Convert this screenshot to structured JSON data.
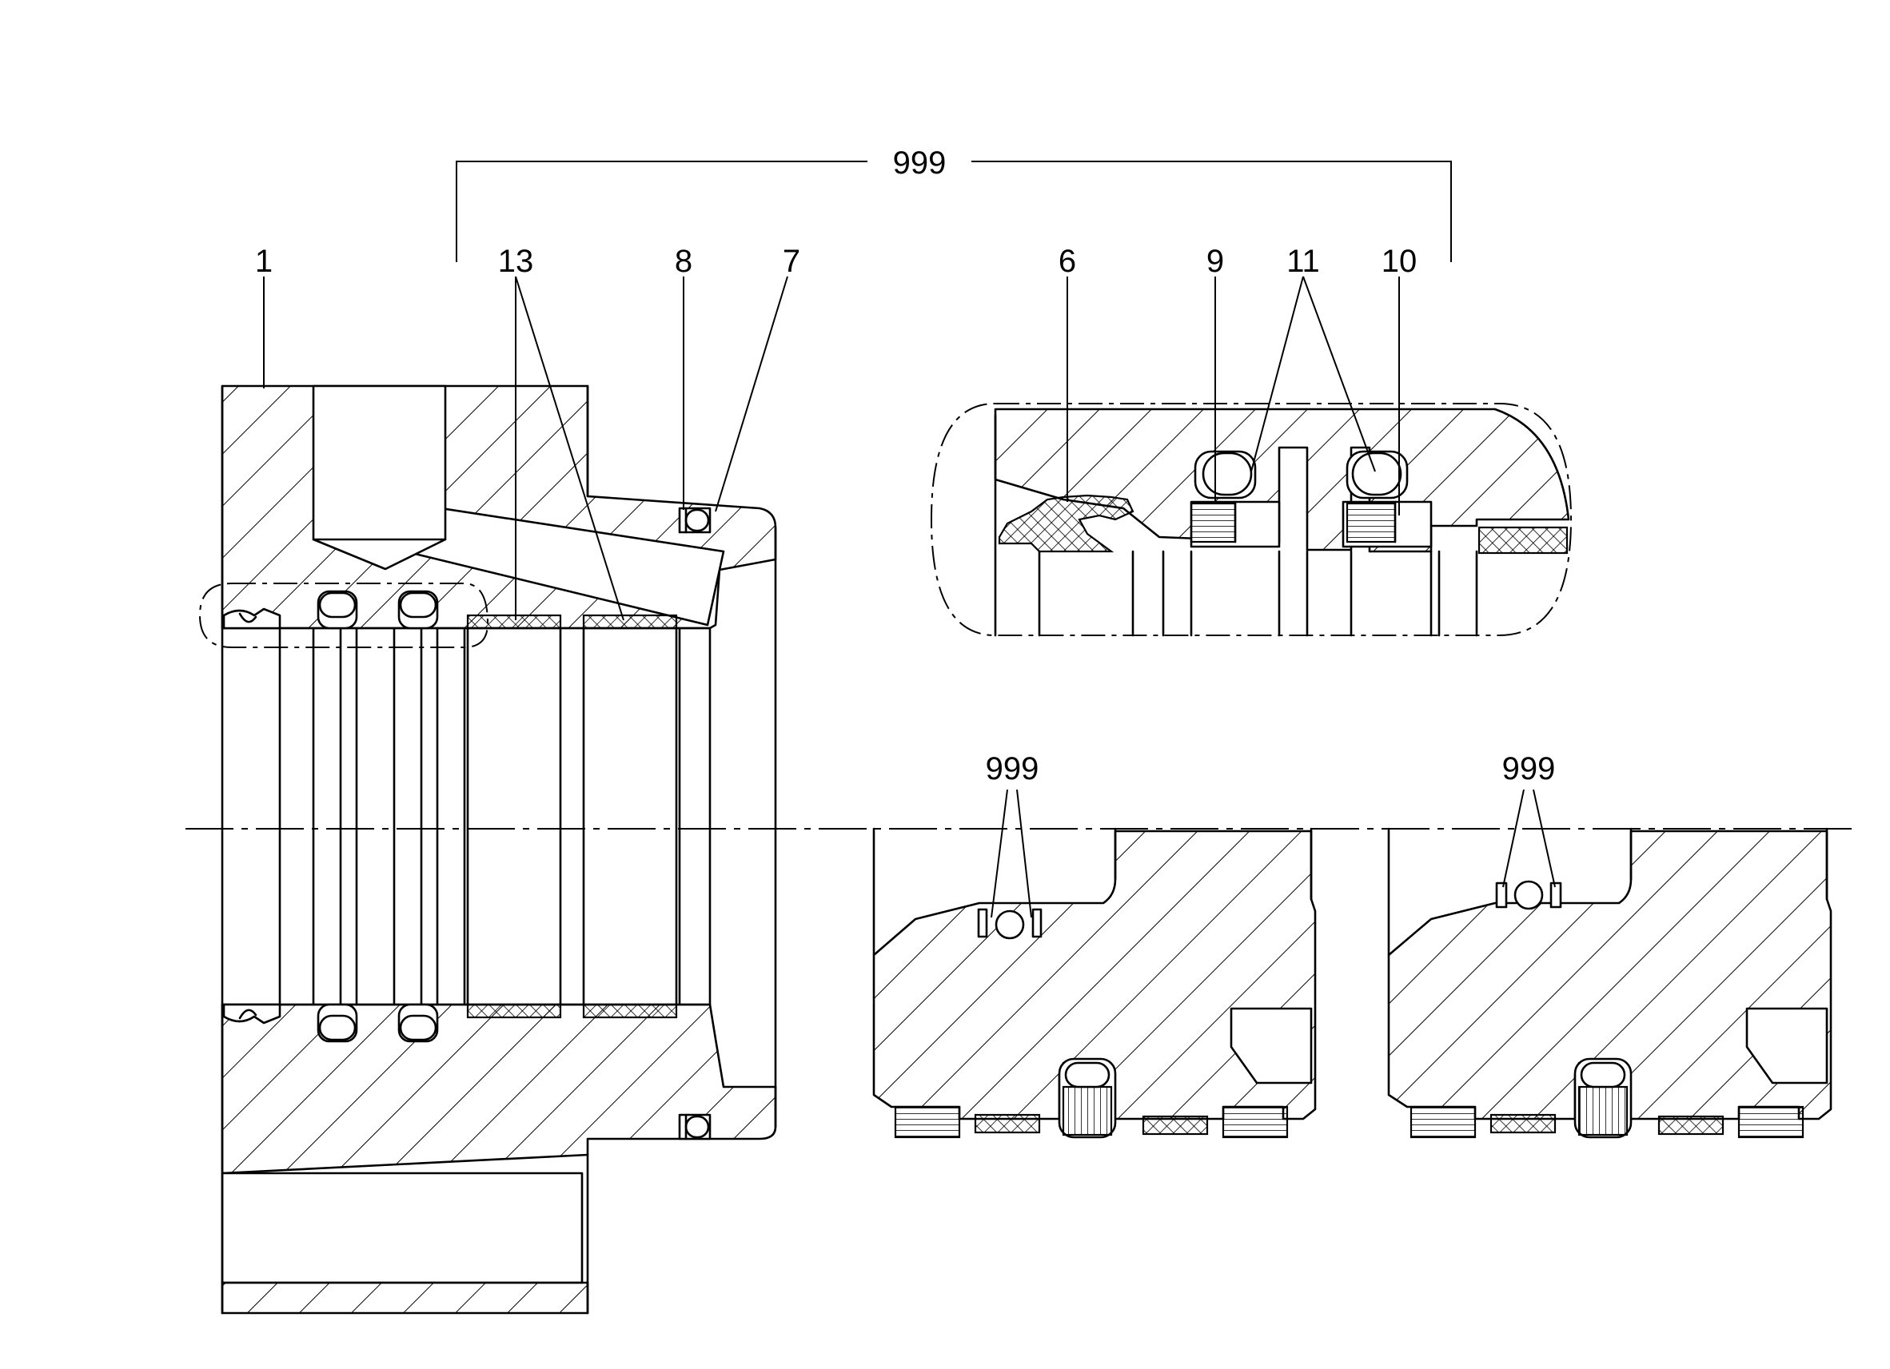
{
  "labels": {
    "group_top": "999",
    "part_1": "1",
    "part_13": "13",
    "part_8": "8",
    "part_7": "7",
    "part_6": "6",
    "part_9": "9",
    "part_11": "11",
    "part_10": "10",
    "variant_a_999": "999",
    "variant_b_999": "999"
  }
}
